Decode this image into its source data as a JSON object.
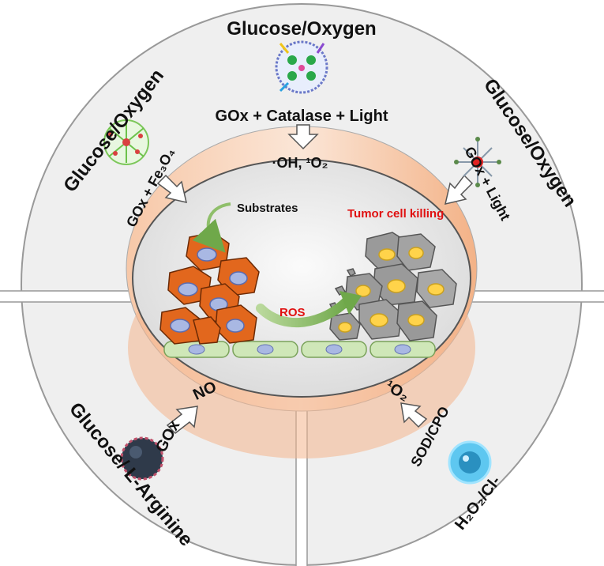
{
  "quadrants": {
    "top": {
      "substrate": "Glucose/Oxygen",
      "enzymes": "GOx + Catalase + Light",
      "product": "·OH, ¹O₂"
    },
    "top_left": {
      "substrate": "Glucose/Oxygen",
      "enzymes": "GOx + Fe₃O₄"
    },
    "top_right": {
      "substrate": "Glucose/Oxygen",
      "enzymes": "GOx + Light"
    },
    "bottom_left": {
      "substrate": "Glucose/ L-Arginine",
      "enzymes": "GOx",
      "product": "NO"
    },
    "bottom_right": {
      "substrate": "H₂O₂/Cl-",
      "enzymes": "SOD/CPO",
      "product": "¹O₂"
    }
  },
  "center": {
    "substrates_label": "Substrates",
    "ros_label": "ROS",
    "killing_label": "Tumor cell killing"
  },
  "colors": {
    "ring_fill": "#efefef",
    "band_light": "#fbe3d2",
    "band_dark": "#f0a679",
    "tumor_cell": "#e2671d",
    "dead_cell": "#9a9a9a",
    "nucleus_live": "#a9b8e3",
    "nucleus_dead": "#ffd34a",
    "normal_cell": "#cfe7b8",
    "ros_arrow": "#8fbf6a",
    "killing_text": "#e01010"
  }
}
